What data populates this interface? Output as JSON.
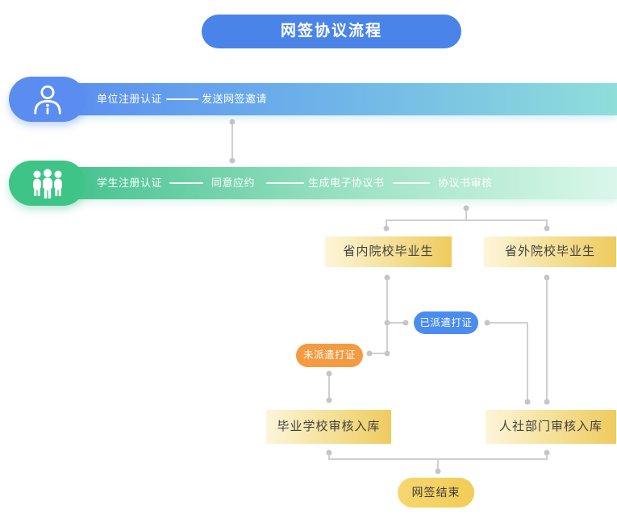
{
  "title": "网签协议流程",
  "bands": {
    "employer": {
      "icon": "person-icon",
      "steps": [
        "单位注册认证",
        "发送网签邀请"
      ]
    },
    "student": {
      "icon": "people-group-icon",
      "steps": [
        "学生注册认证",
        "同意应约",
        "生成电子协议书",
        "协议书审核"
      ]
    }
  },
  "nodes": {
    "in_province_grad": "省内院校毕业生",
    "out_province_grad": "省外院校毕业生",
    "dispatched": "已派遣打证",
    "not_dispatched": "未派遣打证",
    "school_review": "毕业学校审核入库",
    "hr_dept_review": "人社部门审核入库",
    "end": "网签结束"
  },
  "colors": {
    "title_blue": "#4a84e9",
    "band1_gradient_start": "#5a8cf0",
    "band1_gradient_end": "#8fdeda",
    "band2_gradient_start": "#3fc08b",
    "band2_gradient_end": "#d9f7ea",
    "gold_box_start": "#fdf5da",
    "gold_box_end": "#efcb5e",
    "pill_blue": "#4a8cf0",
    "pill_orange": "#f59a40",
    "pill_gold": "#f4d164",
    "connector_gray": "#cfcfcf"
  }
}
